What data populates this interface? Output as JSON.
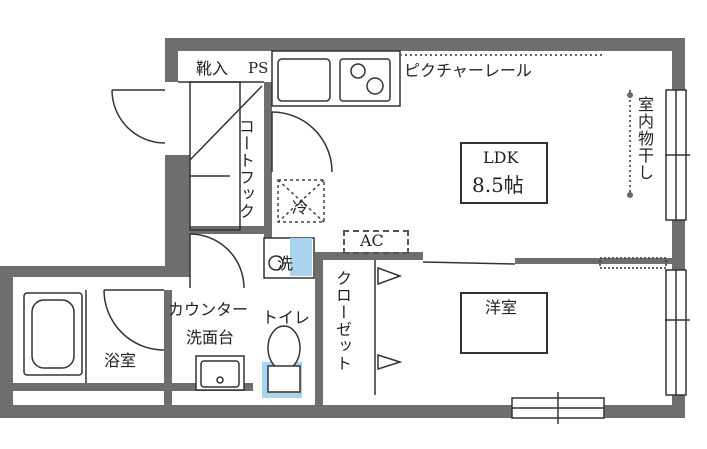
{
  "labels": {
    "shoe_storage": "靴入",
    "ps": "PS",
    "picture_rail": "ピクチャーレール",
    "indoor_drying": "室内物干し",
    "coat_hook": "コートフック",
    "fridge": "冷",
    "washer": "洗",
    "ac": "AC",
    "ldk_title": "LDK",
    "ldk_size": "8.5帖",
    "closet": "クローゼット",
    "western_room": "洋室",
    "toilet": "トイレ",
    "counter_line1": "カウンター",
    "counter_line2": "洗面台",
    "bathroom": "浴室"
  },
  "colors": {
    "wall": "#6e6e6e",
    "fixture_blue": "#a9d3ee",
    "line": "#333333"
  }
}
